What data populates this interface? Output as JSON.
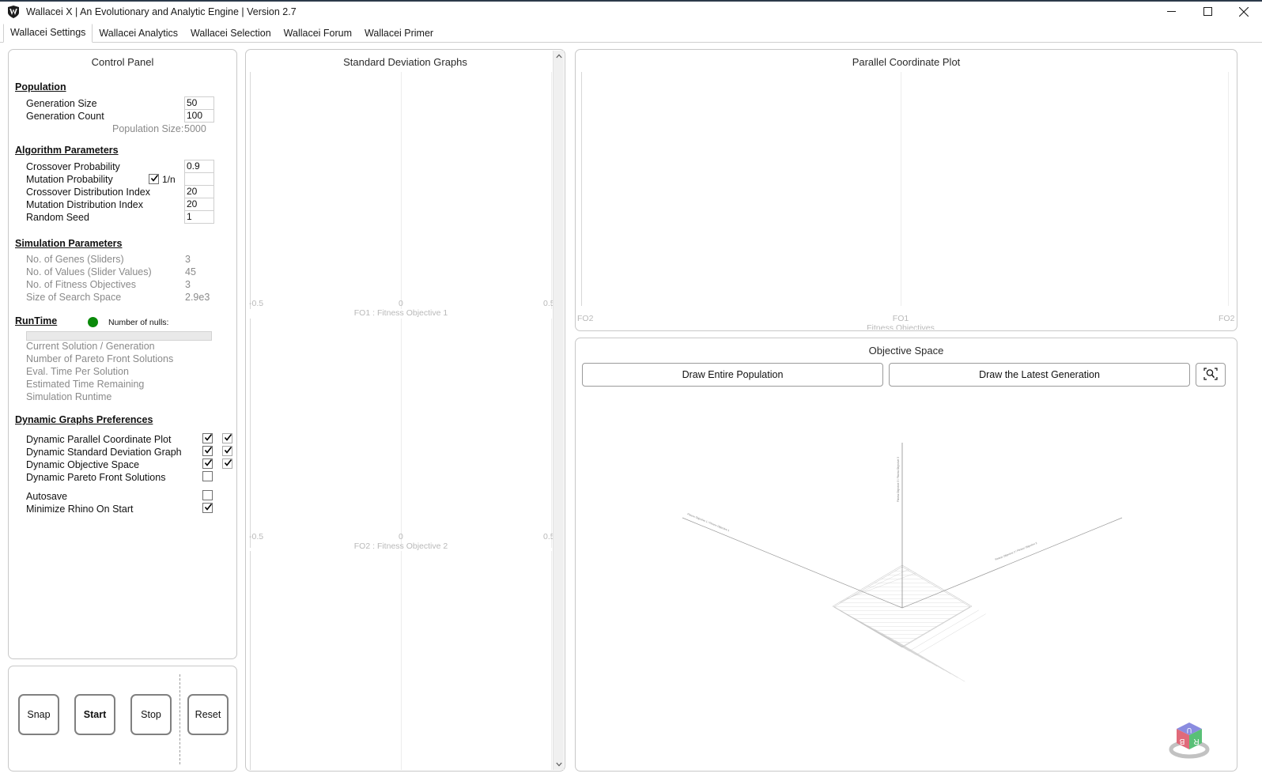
{
  "window": {
    "title": "Wallacei X  |  An Evolutionary and Analytic Engine  |  Version 2.7",
    "icon": "wallacei-logo-icon",
    "minimize": "minimize-icon",
    "maximize": "maximize-icon",
    "close": "close-icon"
  },
  "tabs": [
    {
      "label": "Wallacei Settings",
      "active": true
    },
    {
      "label": "Wallacei Analytics",
      "active": false
    },
    {
      "label": "Wallacei Selection",
      "active": false
    },
    {
      "label": "Wallacei Forum",
      "active": false
    },
    {
      "label": "Wallacei Primer",
      "active": false
    }
  ],
  "control_panel": {
    "title": "Control Panel",
    "sections": {
      "population": {
        "heading": "Population",
        "rows": [
          {
            "label": "Generation Size",
            "value": "50"
          },
          {
            "label": "Generation Count",
            "value": "100"
          }
        ],
        "readonly": {
          "label": "Population Size:",
          "value": "5000"
        }
      },
      "algorithm": {
        "heading": "Algorithm Parameters",
        "rows": [
          {
            "label": "Crossover Probability",
            "value": "0.9"
          },
          {
            "label": "Mutation Probability",
            "value": "",
            "checkbox_label": "1/n",
            "checked": true
          },
          {
            "label": "Crossover Distribution Index",
            "value": "20"
          },
          {
            "label": "Mutation Distribution Index",
            "value": "20"
          },
          {
            "label": "Random Seed",
            "value": "1"
          }
        ]
      },
      "simulation": {
        "heading": "Simulation Parameters",
        "rows": [
          {
            "label": "No. of Genes (Sliders)",
            "value": "3"
          },
          {
            "label": "No. of Values (Slider Values)",
            "value": "45"
          },
          {
            "label": "No. of Fitness Objectives",
            "value": "3"
          },
          {
            "label": "Size of Search Space",
            "value": "2.9e3"
          }
        ]
      },
      "runtime": {
        "heading": "RunTime",
        "nulls_label": "Number of nulls:",
        "nulls_value": "",
        "led_color": "#0a8a0a",
        "stats": [
          "Current Solution / Generation",
          "Number of Pareto Front Solutions",
          "Eval. Time Per Solution",
          "Estimated Time Remaining",
          "Simulation Runtime"
        ]
      },
      "dynamic": {
        "heading": "Dynamic Graphs Preferences",
        "rows": [
          {
            "label": "Dynamic Parallel Coordinate Plot",
            "checked": true,
            "second_checked": true,
            "has_second": true
          },
          {
            "label": "Dynamic Standard Deviation Graph",
            "checked": true,
            "second_checked": true,
            "has_second": true
          },
          {
            "label": "Dynamic Objective Space",
            "checked": true,
            "second_checked": true,
            "has_second": true
          },
          {
            "label": "Dynamic Pareto Front Solutions",
            "checked": false,
            "second_checked": false,
            "has_second": false
          }
        ],
        "extras": [
          {
            "label": "Autosave",
            "checked": false
          },
          {
            "label": "Minimize Rhino On Start",
            "checked": true
          }
        ]
      }
    }
  },
  "action_buttons": [
    {
      "label": "Snap",
      "bold": false
    },
    {
      "label": "Start",
      "bold": true
    },
    {
      "label": "Stop",
      "bold": false
    },
    {
      "label": "Reset",
      "bold": false
    }
  ],
  "sd_panel": {
    "title": "Standard Deviation Graphs",
    "scroll_up_icon": "chevron-up-icon",
    "scroll_down_icon": "chevron-down-icon"
  },
  "pcp_panel": {
    "title": "Parallel Coordinate Plot",
    "left_axis": "FO2",
    "center_axis": "FO1",
    "right_axis": "FO2",
    "xlabel": "Fitness Objectives"
  },
  "objective_space": {
    "title": "Objective Space",
    "buttons": [
      {
        "label": "Draw Entire Population"
      },
      {
        "label": "Draw the Latest Generation"
      }
    ],
    "zoom_icon": "zoom-extents-icon",
    "navcube_icon": "view-cube-icon"
  },
  "chart_data": [
    {
      "type": "line",
      "title": "FO1 : Fitness Objective 1",
      "xlabel": "FO1 : Fitness Objective 1",
      "ylabel": "",
      "xlim": [
        -0.5,
        0.5
      ],
      "xticks": [
        -0.5,
        0,
        0.5
      ],
      "xticklabels": [
        "-0.5",
        "0",
        "0.5"
      ],
      "series": [],
      "grid": true,
      "legend": "none"
    },
    {
      "type": "line",
      "title": "FO2 : Fitness Objective 2",
      "xlabel": "FO2 : Fitness Objective 2",
      "ylabel": "",
      "xlim": [
        -0.5,
        0.5
      ],
      "xticks": [
        -0.5,
        0,
        0.5
      ],
      "xticklabels": [
        "-0.5",
        "0",
        "0.5"
      ],
      "series": [],
      "grid": true,
      "legend": "none"
    },
    {
      "type": "line",
      "title": "Parallel Coordinate Plot",
      "xlabel": "Fitness Objectives",
      "ylabel": "",
      "categories": [
        "FO2",
        "FO1",
        "FO2"
      ],
      "series": [],
      "grid": true,
      "legend": "none"
    },
    {
      "type": "scatter",
      "title": "Objective Space",
      "xlabel": "Fitness Objective 1",
      "ylabel": "Fitness Objective 2",
      "zlabel": "Fitness Objective 3",
      "series": [],
      "grid": true,
      "legend": "none"
    }
  ]
}
